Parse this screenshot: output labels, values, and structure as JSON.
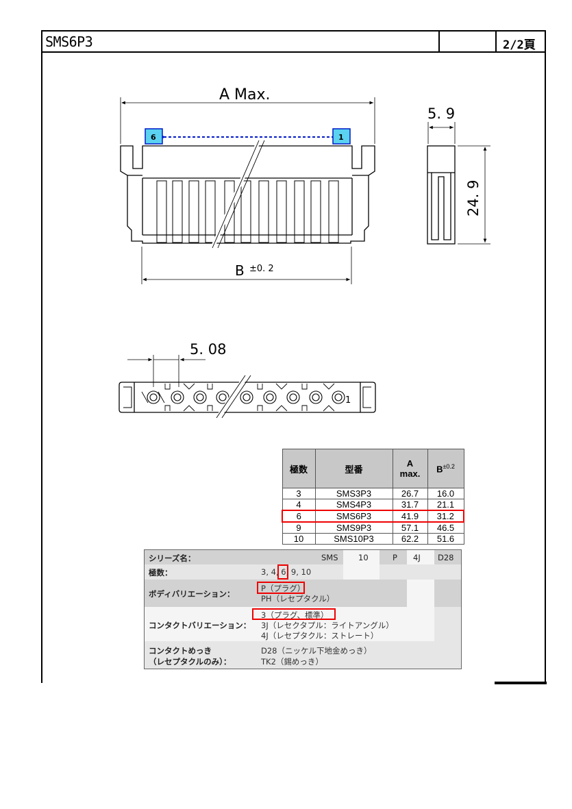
{
  "header": {
    "title": "SMS6P3",
    "page": "2/2頁"
  },
  "drawing": {
    "dim_a": "A Max.",
    "dim_b": "B",
    "dim_b_tol": "±0. 2",
    "dim_width": "5. 9",
    "dim_height": "24. 9",
    "dim_pitch": "5. 08",
    "pin_first": "1",
    "pin_last": "6",
    "pin_bottom": "1"
  },
  "spec_table": {
    "headers": [
      "極数",
      "型番",
      "A",
      "max.",
      "B",
      "±0.2"
    ],
    "rows": [
      [
        "3",
        "SMS3P3",
        "26.7",
        "16.0"
      ],
      [
        "4",
        "SMS4P3",
        "31.7",
        "21.1"
      ],
      [
        "6",
        "SMS6P3",
        "41.9",
        "31.2"
      ],
      [
        "9",
        "SMS9P3",
        "57.1",
        "46.5"
      ],
      [
        "10",
        "SMS10P3",
        "62.2",
        "51.6"
      ]
    ],
    "highlight_color": "#e00000"
  },
  "order_code": {
    "series_label": "シリーズ名：",
    "codes": [
      "SMS",
      "10",
      "P",
      "4J",
      "D28"
    ],
    "poles_label": "極数：",
    "poles_value_a": "3, 4,",
    "poles_value_b": "6",
    "poles_value_c": ", 9, 10",
    "body_label": "ボディバリエーション：",
    "body_values": [
      "P（プラグ）",
      "PH（レセプタクル）"
    ],
    "contact_label": "コンタクトバリエーション：",
    "contact_values": [
      "3（プラグ、標準）",
      "3J（レセクタプル：ライトアングル）",
      "4J（レセプタクル：ストレート）"
    ],
    "plating_label_1": "コンタクトめっき",
    "plating_label_2": "（レセプタクルのみ）：",
    "plating_values": [
      "D28（ニッケル下地金めっき）",
      "TK2（錫めっき）"
    ]
  }
}
